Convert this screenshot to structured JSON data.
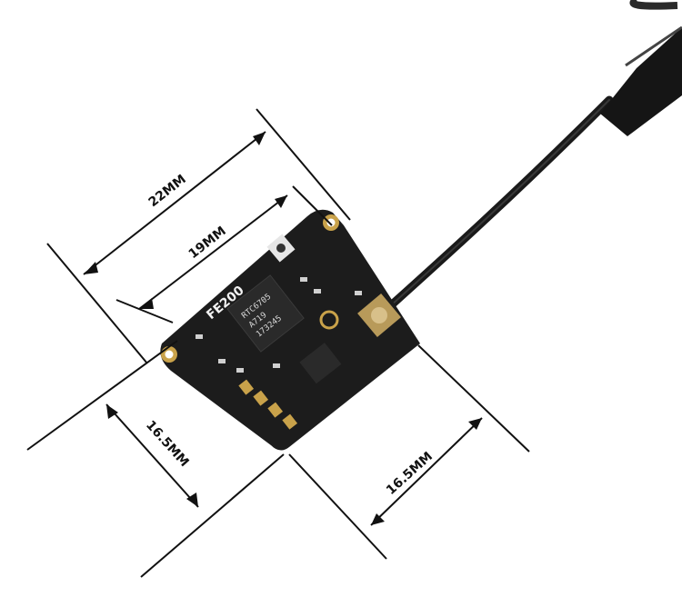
{
  "dimensions": {
    "outer_width": "22MM",
    "hole_spacing": "19MM",
    "left_side": "16.5MM",
    "right_side": "16.5MM"
  },
  "board": {
    "silkscreen": "FE200",
    "chip_line1": "RTC6705",
    "chip_line2": "A719",
    "chip_line3": "173245"
  },
  "colors": {
    "pcb": "#1c1c1c",
    "gold": "#c9a24a",
    "connector": "#b89a5a",
    "cable": "#222222"
  }
}
